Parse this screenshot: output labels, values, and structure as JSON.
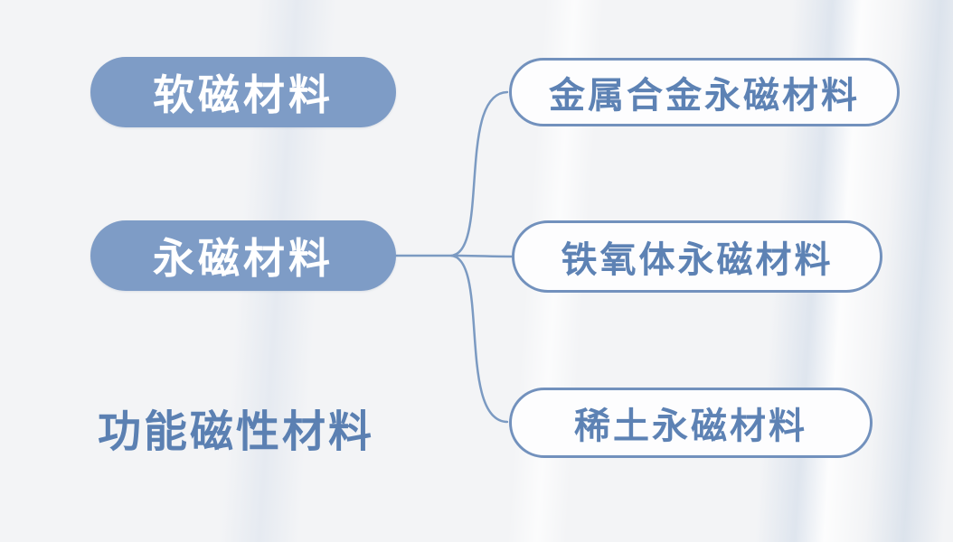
{
  "diagram": {
    "left_nodes": [
      {
        "label": "软磁材料",
        "style": "filled"
      },
      {
        "label": "永磁材料",
        "style": "filled"
      },
      {
        "label": "功能磁性材料",
        "style": "plain-text"
      }
    ],
    "right_nodes": [
      {
        "label": "金属合金永磁材料"
      },
      {
        "label": "铁氧体永磁材料"
      },
      {
        "label": "稀土永磁材料"
      }
    ],
    "colors": {
      "filled_node_fill": "#7e9cc6",
      "filled_node_text": "#ffffff",
      "outline_node_border": "#7291bd",
      "outline_node_text": "#5d82b4",
      "plain_label_text": "#5b80b2",
      "connector_line": "#7b9ac2",
      "background": "#f3f4f6"
    }
  }
}
